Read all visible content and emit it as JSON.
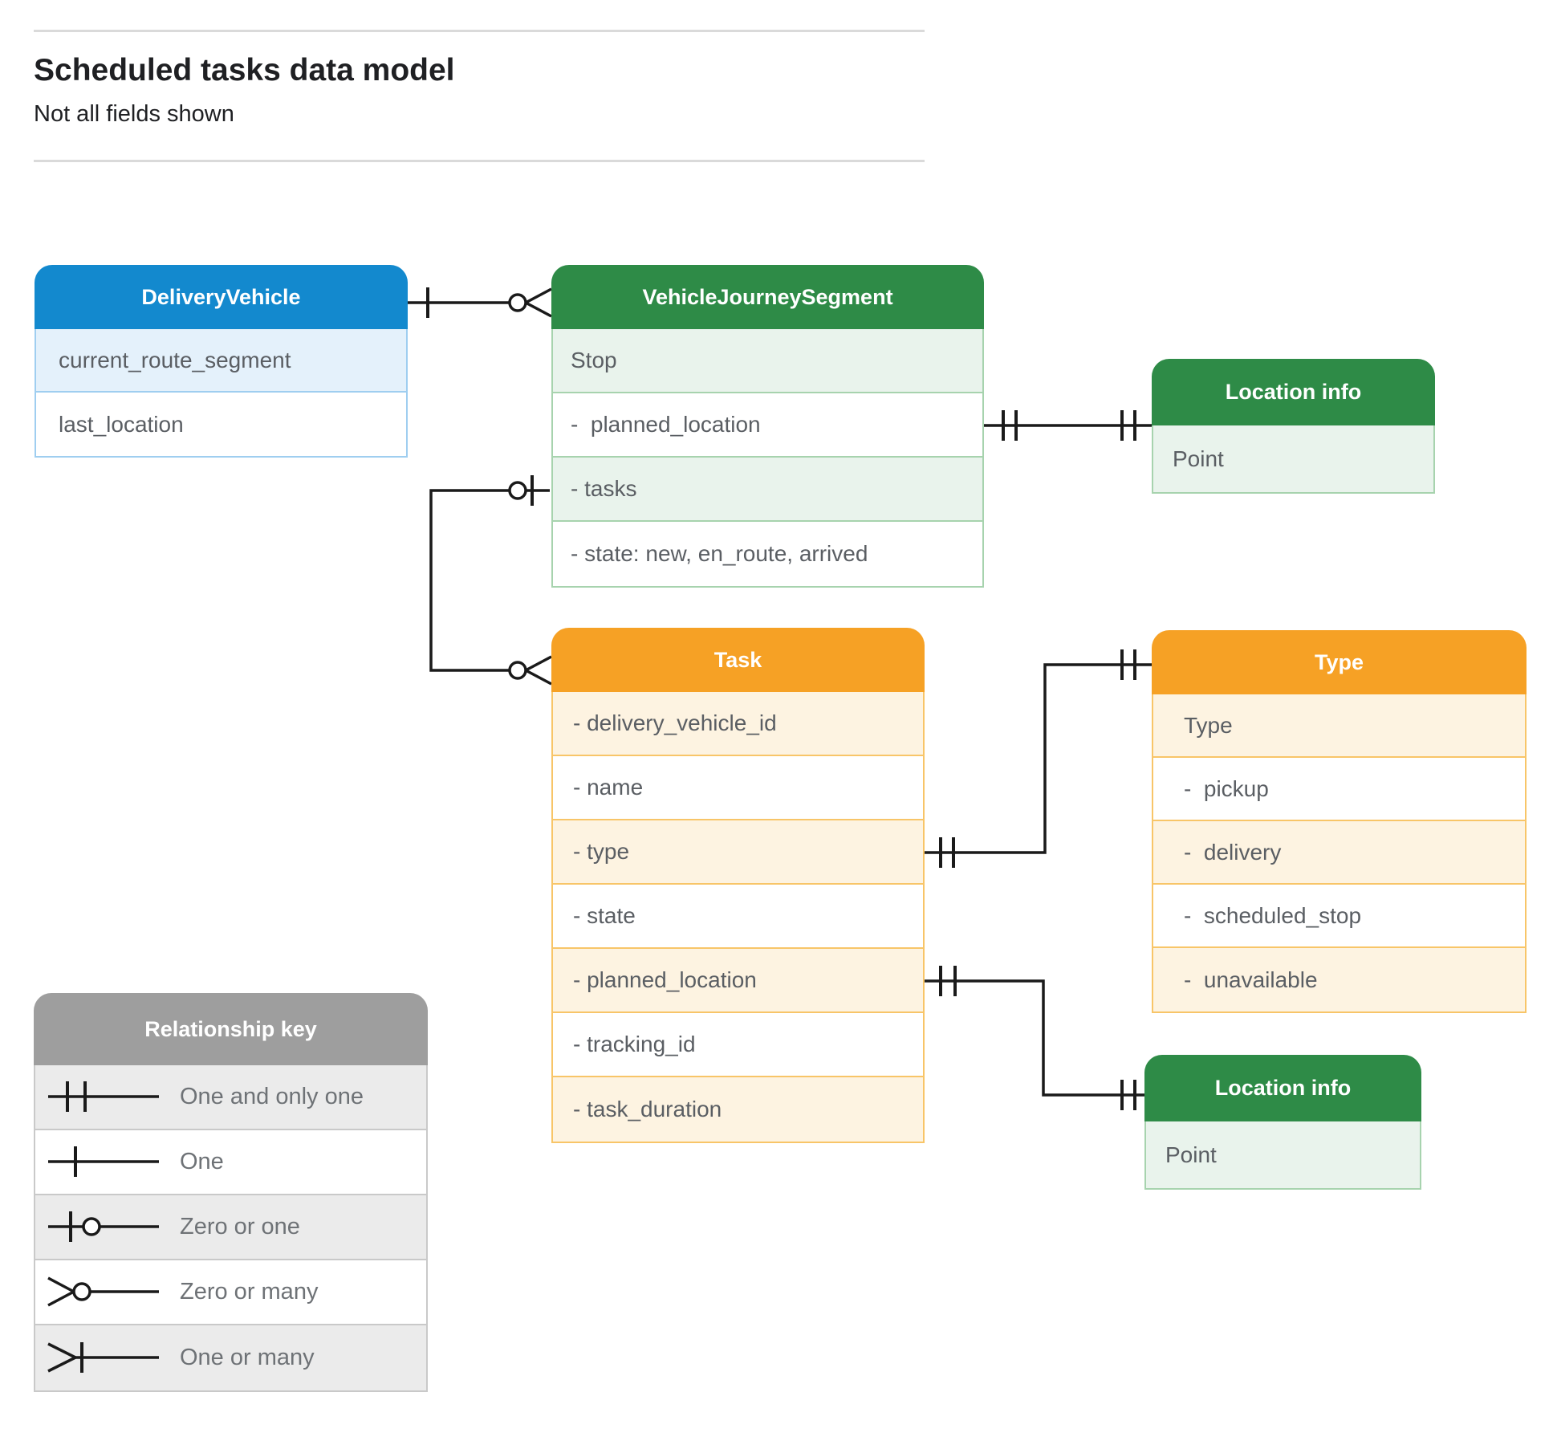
{
  "page": {
    "title": "Scheduled tasks data model",
    "subtitle": "Not all fields shown"
  },
  "entities": {
    "delivery_vehicle": {
      "title": "DeliveryVehicle",
      "rows": [
        "current_route_segment",
        "last_location"
      ]
    },
    "vehicle_journey_segment": {
      "title": "VehicleJourneySegment",
      "rows": [
        "Stop",
        "-  planned_location",
        "- tasks",
        "- state: new, en_route, arrived"
      ]
    },
    "location_info_top": {
      "title": "Location info",
      "rows": [
        "Point"
      ]
    },
    "task": {
      "title": "Task",
      "rows": [
        "- delivery_vehicle_id",
        "- name",
        "- type",
        "- state",
        "- planned_location",
        "- tracking_id",
        "- task_duration"
      ]
    },
    "type": {
      "title": "Type",
      "rows": [
        "Type",
        "-  pickup",
        "-  delivery",
        "-  scheduled_stop",
        "-  unavailable"
      ]
    },
    "location_info_bottom": {
      "title": "Location info",
      "rows": [
        "Point"
      ]
    }
  },
  "legend": {
    "title": "Relationship key",
    "items": [
      {
        "symbol": "one-and-only-one",
        "label": "One and only one"
      },
      {
        "symbol": "one",
        "label": "One"
      },
      {
        "symbol": "zero-or-one",
        "label": "Zero or one"
      },
      {
        "symbol": "zero-or-many",
        "label": "Zero or many"
      },
      {
        "symbol": "one-or-many",
        "label": "One or many"
      }
    ]
  },
  "relationships": [
    {
      "from": "DeliveryVehicle",
      "to": "VehicleJourneySegment",
      "from_marker": "one",
      "to_marker": "zero-or-many"
    },
    {
      "from": "VehicleJourneySegment.planned_location",
      "to": "Location info (top)",
      "from_marker": "one-and-only-one",
      "to_marker": "one-and-only-one"
    },
    {
      "from": "VehicleJourneySegment.tasks",
      "to": "Task",
      "from_marker": "zero-or-one",
      "to_marker": "zero-or-many"
    },
    {
      "from": "Task.type",
      "to": "Type",
      "from_marker": "one-and-only-one",
      "to_marker": "one-and-only-one"
    },
    {
      "from": "Task.planned_location",
      "to": "Location info (bottom)",
      "from_marker": "one-and-only-one",
      "to_marker": "one-and-only-one"
    }
  ],
  "colors": {
    "blue_header": "#1389CE",
    "blue_tint": "#E4F1FB",
    "green_header": "#2E8B47",
    "green_tint": "#E9F3EC",
    "orange_header": "#F6A125",
    "orange_tint": "#FDF3E1",
    "gray_header": "#9E9E9E",
    "gray_tint": "#EBEBEB",
    "connector_line": "#1A1A1A",
    "row_text": "#5A5E63"
  }
}
